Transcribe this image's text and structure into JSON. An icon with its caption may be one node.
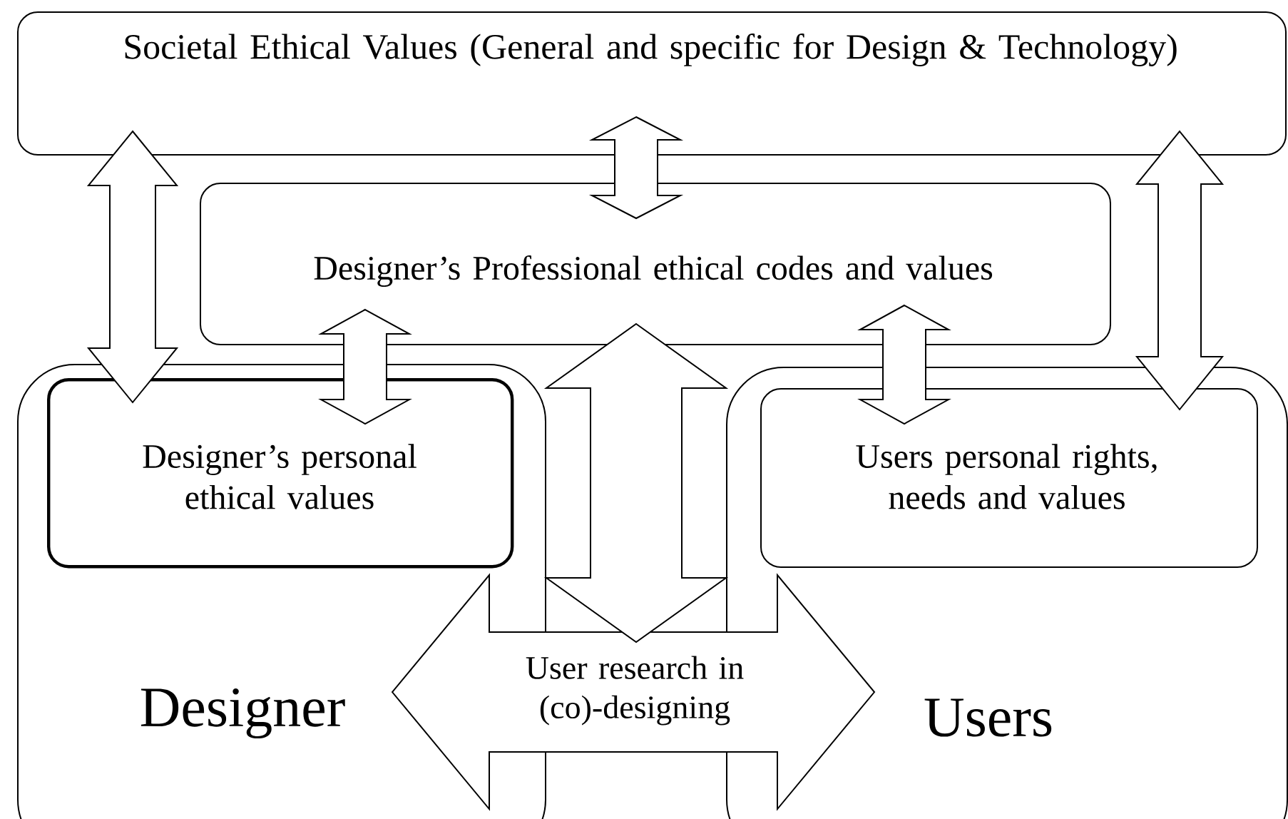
{
  "diagram": {
    "nodes": [
      {
        "text": [
          "Societal Ethical Values (General and specific for Design & Technology)"
        ]
      },
      {
        "text": [
          "Designer’s Professional ethical codes and values"
        ]
      },
      {
        "text": [
          "Designer"
        ]
      },
      {
        "text": [
          "Designer’s personal ethical values"
        ],
        "in": 2
      },
      {
        "text": [
          "Users"
        ]
      },
      {
        "text": [
          "Users personal rights, needs and values"
        ],
        "in": 4
      },
      {
        "text": [
          "User research in (co)-designing"
        ]
      }
    ],
    "edges": [
      {
        "from": 0,
        "to": 3,
        "arrow": "both"
      },
      {
        "from": 0,
        "to": 1,
        "arrow": "both"
      },
      {
        "from": 0,
        "to": 5,
        "arrow": "both"
      },
      {
        "from": 1,
        "to": 3,
        "arrow": "both"
      },
      {
        "from": 1,
        "to": 6,
        "arrow": "both"
      },
      {
        "from": 1,
        "to": 5,
        "arrow": "both"
      }
    ]
  }
}
